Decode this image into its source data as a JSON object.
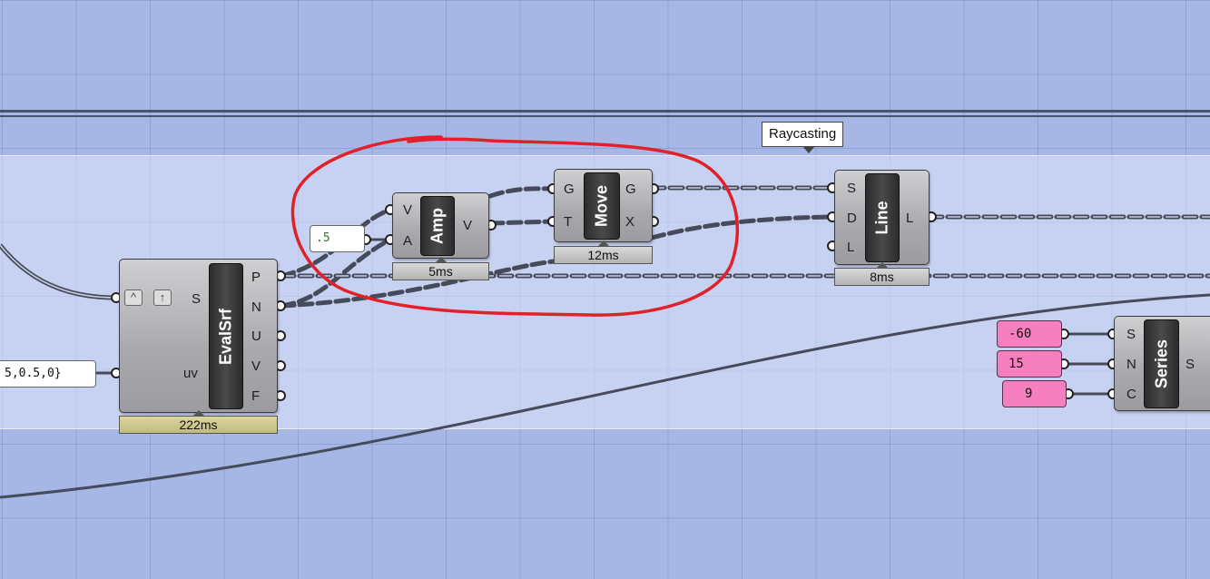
{
  "tooltip": "Raycasting",
  "components": {
    "evalsrf": {
      "name": "EvalSrf",
      "inputs": [
        "S",
        "uv"
      ],
      "outputs": [
        "P",
        "N",
        "U",
        "V",
        "F"
      ],
      "timer": "222ms"
    },
    "amp": {
      "name": "Amp",
      "inputs": [
        "V",
        "A"
      ],
      "outputs": [
        "V"
      ],
      "timer": "5ms"
    },
    "move": {
      "name": "Move",
      "inputs": [
        "G",
        "T"
      ],
      "outputs": [
        "G",
        "X"
      ],
      "timer": "12ms"
    },
    "line": {
      "name": "Line",
      "inputs": [
        "S",
        "D",
        "L"
      ],
      "outputs": [
        "L"
      ],
      "timer": "8ms"
    },
    "series": {
      "name": "Series",
      "inputs": [
        "S",
        "N",
        "C"
      ],
      "outputs": [
        "S"
      ]
    }
  },
  "panels": {
    "uv_value": "5,0.5,0}",
    "amp_value": ".5"
  },
  "sliders": [
    "-60",
    "15",
    "9"
  ],
  "colors": {
    "canvas": "#a6b7e6",
    "annotation": "#e0212a",
    "number_slider": "#f57fbf"
  }
}
